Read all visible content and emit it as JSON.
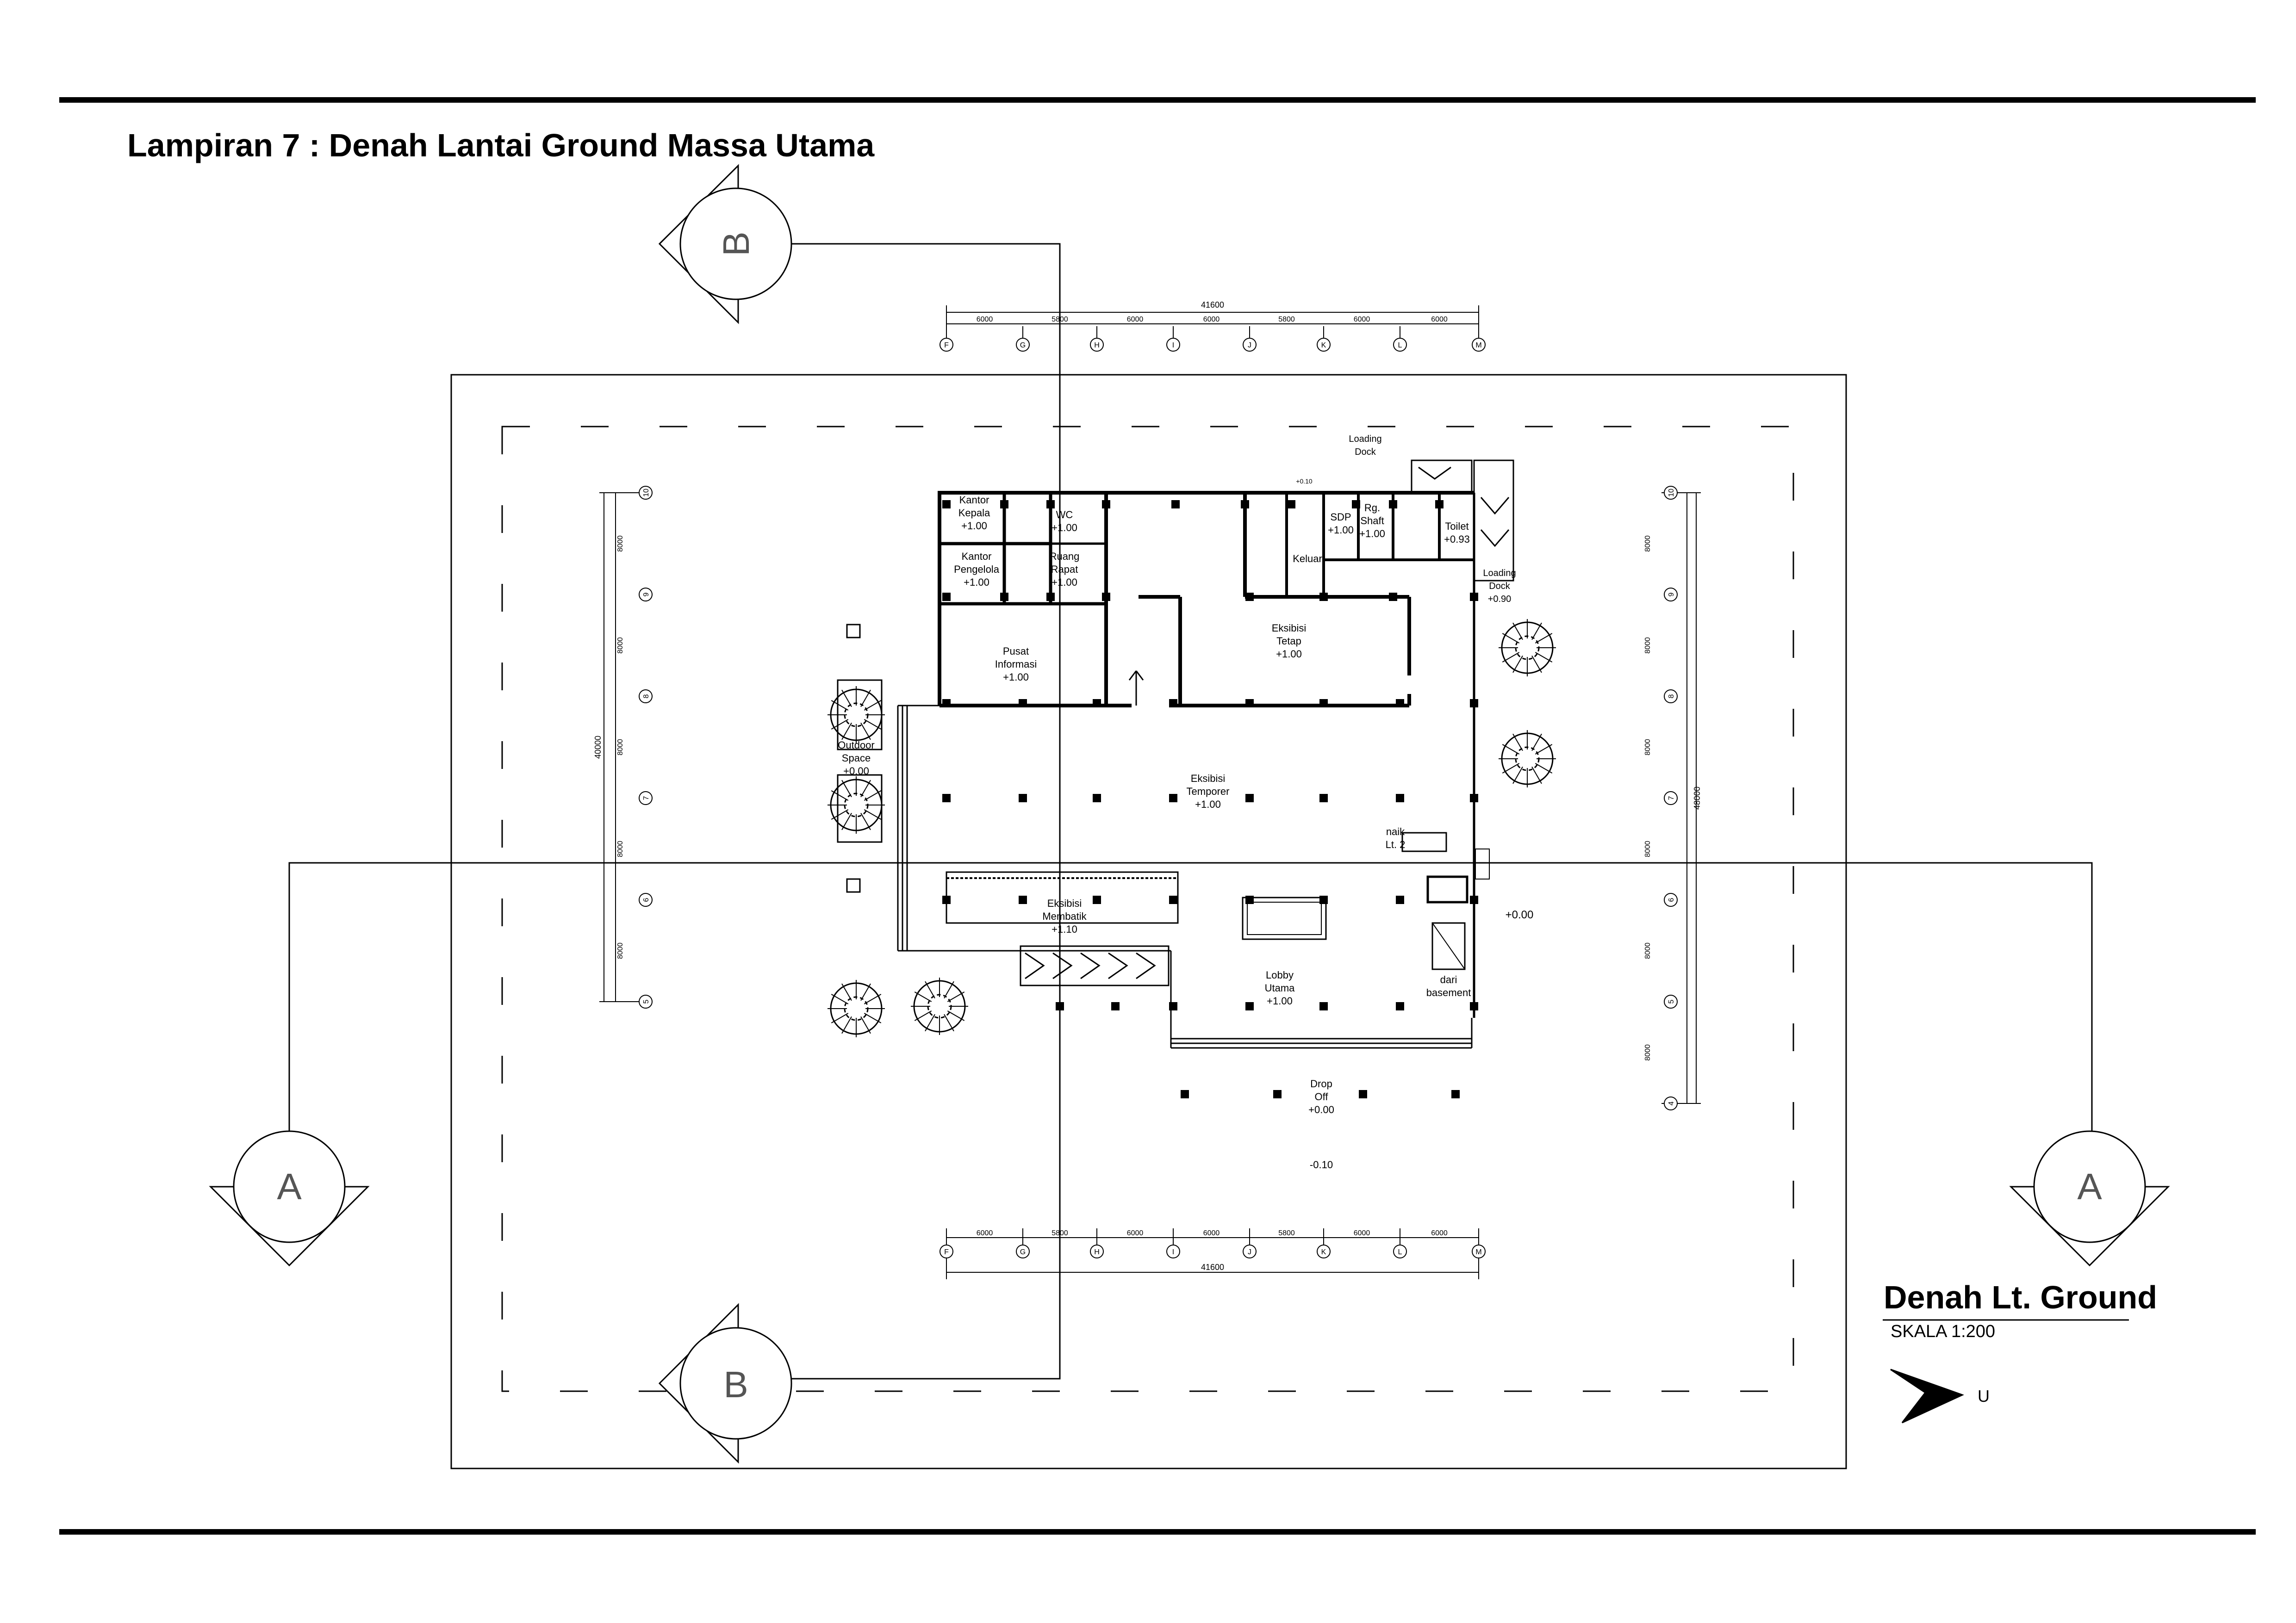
{
  "header": {
    "title": "Lampiran 7 : Denah Lantai Ground Massa Utama"
  },
  "title_block": {
    "drawing_title": "Denah Lt. Ground",
    "scale": "SKALA 1:200",
    "north_label": "U"
  },
  "section_markers": {
    "A": "A",
    "B": "B"
  },
  "grid": {
    "columns": [
      "F",
      "G",
      "H",
      "I",
      "J",
      "K",
      "L",
      "M"
    ],
    "column_spacings": [
      "6000",
      "5800",
      "6000",
      "6000",
      "5800",
      "6000",
      "6000"
    ],
    "column_total": "41600",
    "rows_left": [
      "10",
      "9",
      "8",
      "7",
      "6",
      "5"
    ],
    "left_spacings": [
      "8000",
      "8000",
      "8000",
      "8000",
      "8000"
    ],
    "left_total": "40000",
    "rows_right": [
      "10",
      "9",
      "8",
      "7",
      "6",
      "5",
      "4"
    ],
    "right_spacings": [
      "8000",
      "8000",
      "8000",
      "8000",
      "8000",
      "8000"
    ],
    "right_total": "48000"
  },
  "rooms": {
    "kantor_kepala": [
      "Kantor",
      "Kepala",
      "+1.00"
    ],
    "kantor_pengelola": [
      "Kantor",
      "Pengelola",
      "+1.00"
    ],
    "wc": [
      "WC",
      "+1.00"
    ],
    "ruang_rapat": [
      "Ruang",
      "Rapat",
      "+1.00"
    ],
    "pusat_informasi": [
      "Pusat",
      "Informasi",
      "+1.00"
    ],
    "eksibisi_tetap": [
      "Eksibisi",
      "Tetap",
      "+1.00"
    ],
    "eksibisi_temporer": [
      "Eksibisi",
      "Temporer",
      "+1.00"
    ],
    "eksibisi_membatik": [
      "Eksibisi",
      "Membatik",
      "+1.10"
    ],
    "lobby_utama": [
      "Lobby",
      "Utama",
      "+1.00"
    ],
    "drop_off": [
      "Drop",
      "Off",
      "+0.00"
    ],
    "outdoor_space": [
      "Outdoor",
      "Space",
      "+0.00"
    ],
    "loading_dock_top": [
      "Loading",
      "Dock"
    ],
    "loading_dock_side": [
      "Loading",
      "Dock",
      "+0.90"
    ],
    "sdp": [
      "SDP",
      "+1.00"
    ],
    "rg_shaft": [
      "Rg.",
      "Shaft",
      "+1.00"
    ],
    "toilet": [
      "Toilet",
      "+0.93"
    ],
    "keluar": [
      "Keluar"
    ],
    "naik_lt2": [
      "naik",
      "Lt. 2"
    ],
    "dari_basement": [
      "dari",
      "basement"
    ],
    "level_plus000": "+0.00",
    "level_minus010": "-0.10",
    "level_stair": "+0.10"
  }
}
